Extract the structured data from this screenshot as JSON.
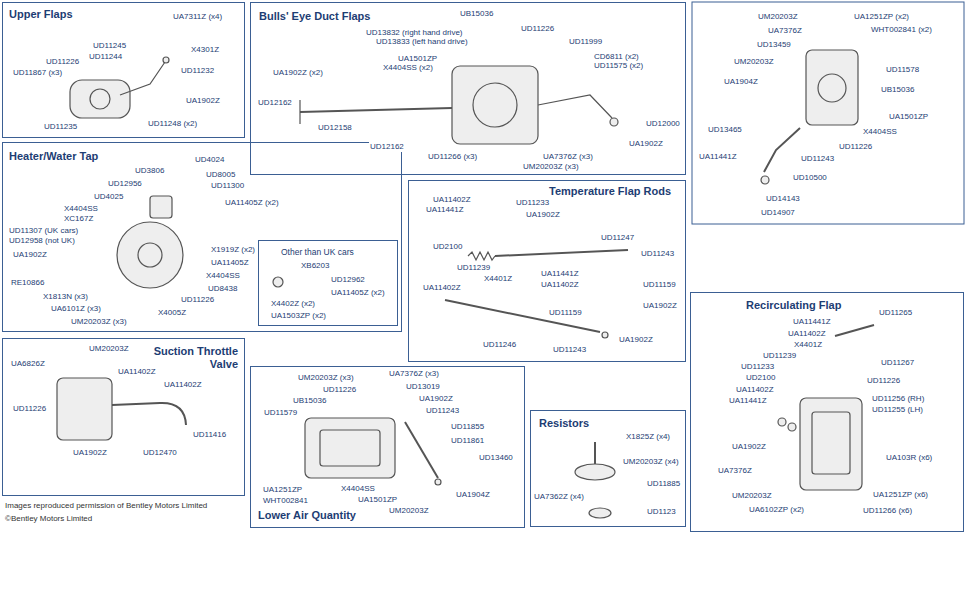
{
  "diagram": {
    "nodes": [
      {
        "text": [
          "Upper Flaps"
        ]
      },
      {
        "text": [
          "Bulls' Eye Duct Flaps"
        ]
      },
      {
        "text": [
          "Heater/Water Tap"
        ]
      },
      {
        "text": [
          "Other than UK cars"
        ],
        "in": 2
      },
      {
        "text": [
          "Temperature Flap Rods"
        ]
      },
      {
        "text": [
          "Suction Throttle Valve"
        ]
      },
      {
        "text": [
          "Lower Air Quantity"
        ]
      },
      {
        "text": [
          "Resistors"
        ]
      },
      {
        "text": [
          "Recirculating Flap"
        ]
      }
    ],
    "labels": [
      "UD11245",
      "UA7311Z (x4)",
      "X4301Z",
      "UD11244",
      "UD11226",
      "UD11867 (x3)",
      "UD11232",
      "UA1902Z",
      "UD11235",
      "UD11248 (x2)",
      "UB15036",
      "UD11226",
      "UD13832 (right hand drive)",
      "UD13833 (left hand drive)",
      "UD11999",
      "UA1501ZP",
      "CD6811 (x2)",
      "X4404SS (x2)",
      "UD11575 (x2)",
      "UA1902Z (x2)",
      "UD12162",
      "UD12158",
      "UD12162",
      "UD12000",
      "UA1902Z",
      "UD11266 (x3)",
      "UA7376Z (x3)",
      "UM20203Z (x3)",
      "UM20203Z",
      "UA1251ZP (x2)",
      "UA7376Z",
      "WHT002841 (x2)",
      "UD13459",
      "UM20203Z",
      "UD11578",
      "UA1904Z",
      "UB15036",
      "UA1501ZP",
      "UD13465",
      "X4404SS",
      "UD11226",
      "UD11243",
      "UA11441Z",
      "UD10500",
      "UD14143",
      "UD14907",
      "UD3806",
      "UD4024",
      "UD8005",
      "UD12956",
      "UD11300",
      "UD4025",
      "UA11405Z (x2)",
      "X4404SS",
      "XC167Z",
      "UD11307 (UK cars)",
      "UD12958 (not UK)",
      "UA1902Z",
      "X1919Z (x2)",
      "UA11405Z",
      "X4404SS",
      "RE10866",
      "UD8438",
      "X1813N (x3)",
      "UD11226",
      "UA6101Z (x3)",
      "X4005Z",
      "UM20203Z (x3)",
      "XB6203",
      "UD12962",
      "UA11405Z (x2)",
      "X4402Z (x2)",
      "UA1503ZP (x2)",
      "UA11402Z",
      "UA11441Z",
      "UD11233",
      "UA1902Z",
      "UD11247",
      "UD2100",
      "UD11243",
      "UD11239",
      "UA11441Z",
      "X4401Z",
      "UA11402Z",
      "UD11159",
      "UA11402Z",
      "UA1902Z",
      "UD11159",
      "UA1902Z",
      "UD11246",
      "UD11243",
      "UM20203Z",
      "UA6826Z",
      "UA11402Z",
      "UA11402Z",
      "UD11226",
      "UD11416",
      "UA1902Z",
      "UD12470",
      "UM20203Z (x3)",
      "UA7376Z (x3)",
      "UD11226",
      "UD13019",
      "UB15036",
      "UA1902Z",
      "UD11579",
      "UD11243",
      "UD11855",
      "UD11861",
      "UD13460",
      "UA1251ZP",
      "WHT002841",
      "X4404SS",
      "UA1501ZP",
      "UA1904Z",
      "UM20203Z",
      "X1825Z (x4)",
      "UM20203Z (x4)",
      "UD11885",
      "UA7362Z (x4)",
      "UD1123",
      "UD11265",
      "UA11441Z",
      "UA11402Z",
      "X4401Z",
      "UD11239",
      "UD11267",
      "UD11233",
      "UD2100",
      "UD11226",
      "UA11402Z",
      "UA11441Z",
      "UD11256 (RH)",
      "UD11255 (LH)",
      "UA1902Z",
      "UA7376Z",
      "UA103R (x6)",
      "UM20203Z",
      "UA1251ZP (x6)",
      "UA6102ZP (x2)",
      "UD11266 (x6)",
      "Images reproduced permission of Bentley Motors Limited",
      "©Bentley Motors Limited"
    ]
  }
}
